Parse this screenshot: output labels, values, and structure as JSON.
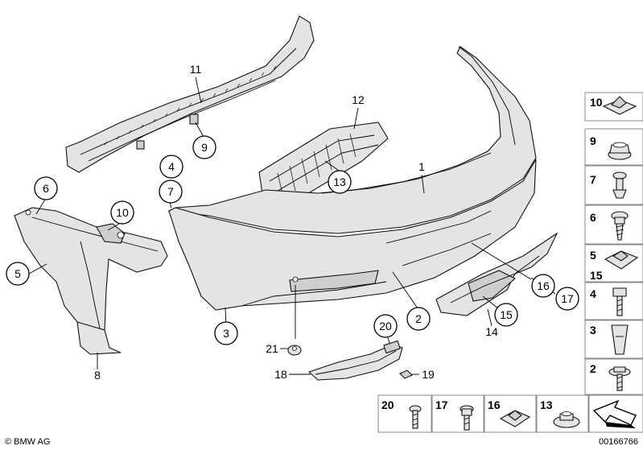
{
  "callouts": {
    "c1": "1",
    "c2": "2",
    "c3": "3",
    "c4": "4",
    "c5": "5",
    "c6": "6",
    "c7": "7",
    "c8": "8",
    "c9": "9",
    "c10": "10",
    "c11": "11",
    "c12": "12",
    "c13": "13",
    "c14": "14",
    "c15": "15",
    "c16": "16",
    "c17": "17",
    "c18": "18",
    "c19": "19",
    "c20": "20",
    "c21": "21"
  },
  "legend_side": [
    "10",
    "9",
    "7",
    "6",
    "5",
    "15",
    "4",
    "3",
    "2"
  ],
  "legend_bottom": [
    "20",
    "17",
    "16",
    "13"
  ],
  "copyright": "© BMW AG",
  "drawing_number": "00166766"
}
